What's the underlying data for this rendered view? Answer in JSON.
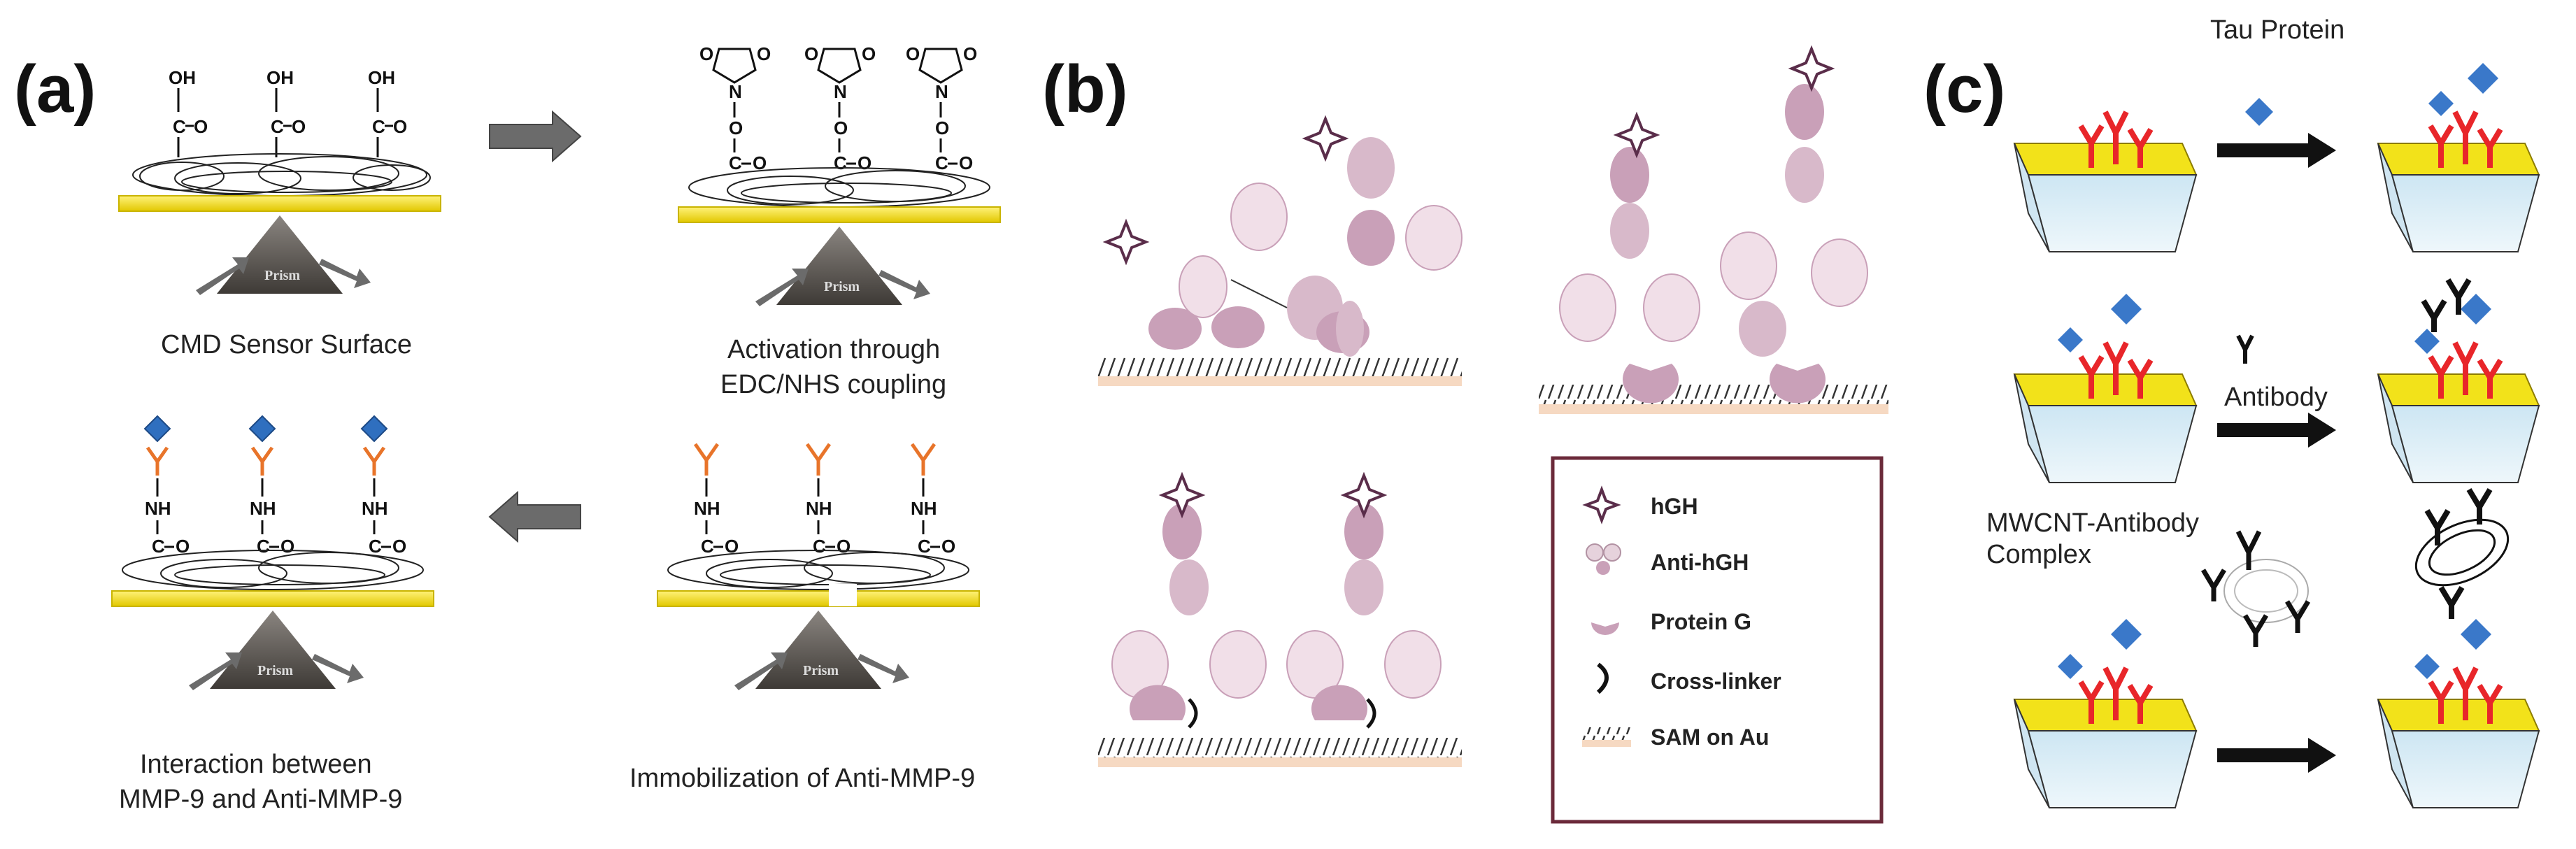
{
  "panels": {
    "a": {
      "label": "(a)",
      "captions": {
        "step1": "CMD Sensor Surface",
        "step2_line1": "Activation through",
        "step2_line2": "EDC/NHS coupling",
        "step3": "Immobilization of Anti-MMP-9",
        "step4_line1": "Interaction between",
        "step4_line2": "MMP-9 and Anti-MMP-9"
      },
      "prism_label": "Prism",
      "chem": {
        "oh": "OH",
        "c": "C",
        "o": "O",
        "n": "N",
        "nh": "NH"
      }
    },
    "b": {
      "label": "(b)",
      "legend": [
        {
          "key": "hgh",
          "label": "hGH"
        },
        {
          "key": "anti_hgh",
          "label": "Anti-hGH"
        },
        {
          "key": "protein_g",
          "label": "Protein G"
        },
        {
          "key": "cross_linker",
          "label": "Cross-linker"
        },
        {
          "key": "sam",
          "label": "SAM on Au"
        }
      ]
    },
    "c": {
      "label": "(c)",
      "texts": {
        "tau": "Tau Protein",
        "antibody": "Antibody",
        "complex_line1": "MWCNT-Antibody",
        "complex_line2": "Complex"
      }
    }
  },
  "colors": {
    "gold": "#f2e21a",
    "gold_edge": "#c9b400",
    "arrow_gray": "#6b6b6b",
    "antibody_red": "#e8262a",
    "antibody_orange": "#e8742a",
    "tau_blue": "#3a78c9",
    "protein_pink": "#c9a0b8",
    "light_pink": "#f1dfe8",
    "prism_dark": "#5e5a55"
  }
}
